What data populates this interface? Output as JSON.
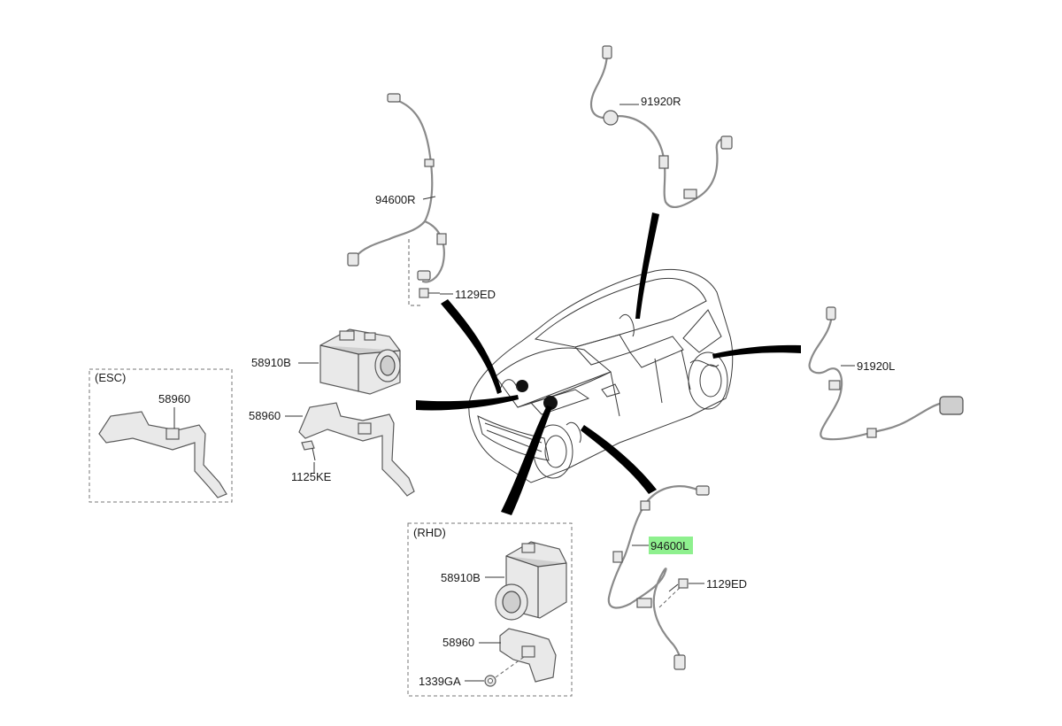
{
  "labels": {
    "p94600R": "94600R",
    "p91920R": "91920R",
    "p1129ED_top": "1129ED",
    "p58910B_main": "58910B",
    "p58960_main": "58960",
    "p1125KE": "1125KE",
    "p91920L": "91920L",
    "p94600L": "94600L",
    "p1129ED_bottom": "1129ED",
    "p58910B_rhd": "58910B",
    "p58960_rhd": "58960",
    "p1339GA": "1339GA",
    "p58960_esc": "58960"
  },
  "groups": {
    "esc": "(ESC)",
    "rhd": "(RHD)"
  },
  "highlight": {
    "part": "94600L",
    "color": "#8ef08e"
  }
}
